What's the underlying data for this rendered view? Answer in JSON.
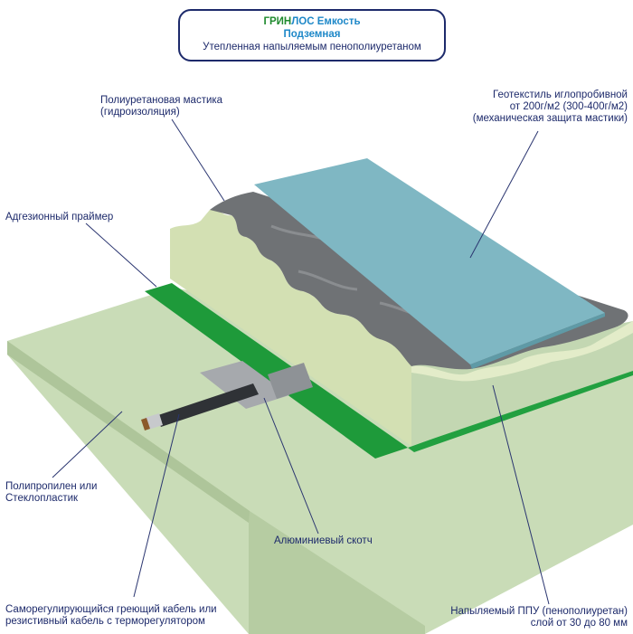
{
  "title": {
    "brand_part1": "ГРИН",
    "brand_part2": "ЛОС",
    "product": "Емкость",
    "subtitle": "Подземная",
    "description": "Утепленная напыляемым пенополиуретаном"
  },
  "labels": {
    "mastic_line1": "Полиуретановая мастика",
    "mastic_line2": "(гидроизоляция)",
    "geotextile_line1": "Геотекстиль иглопробивной",
    "geotextile_line2": "от 200г/м2 (300-400г/м2)",
    "geotextile_line3": "(механическая защита мастики)",
    "primer": "Адгезионный праймер",
    "base_line1": "Полипропилен или",
    "base_line2": "Стеклопластик",
    "tape": "Алюминиевый скотч",
    "cable_line1": "Саморегулирующийся греющий кабель или",
    "cable_line2": "резистивный кабель с терморегулятором",
    "ppu_line1": "Напыляемый ППУ (пенополиуретан)",
    "ppu_line2": "слой от 30 до 80 мм"
  },
  "colors": {
    "base": "#c9dcb7",
    "primer": "#1e9a3a",
    "foam": "#dfe9c6",
    "mastic": "#6f7275",
    "geotextile": "#7fb7c3",
    "tape": "#a6a9ad",
    "text": "#1d2a6b"
  }
}
